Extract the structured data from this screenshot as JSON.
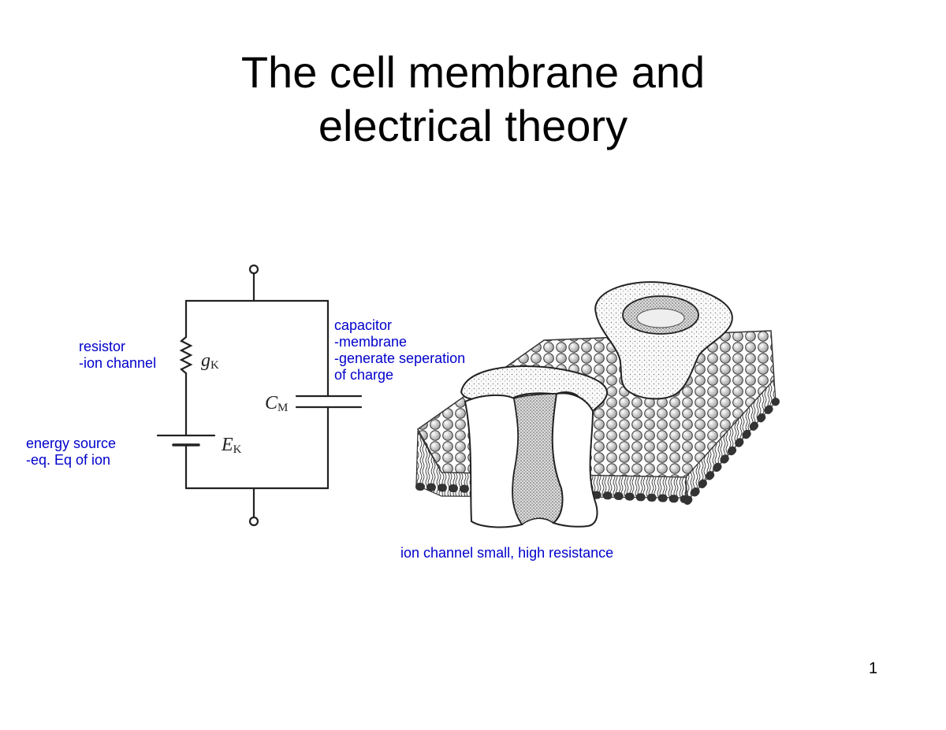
{
  "slide": {
    "title_line1": "The cell membrane and",
    "title_line2": "electrical theory",
    "page_number": "1"
  },
  "circuit": {
    "conductance": {
      "var": "g",
      "sub": "K"
    },
    "capacitance": {
      "var": "C",
      "sub": "M"
    },
    "emf": {
      "var": "E",
      "sub": "K"
    }
  },
  "annotations": {
    "resistor": [
      "resistor",
      "-ion channel"
    ],
    "energy_source": [
      "energy source",
      "-eq. Eq of ion"
    ],
    "capacitor": [
      "capacitor",
      "-membrane",
      "-generate seperation",
      "of charge"
    ],
    "ion_channel_caption": "ion channel small, high resistance"
  },
  "colors": {
    "annotation": "#0000cc",
    "title": "#000000"
  }
}
